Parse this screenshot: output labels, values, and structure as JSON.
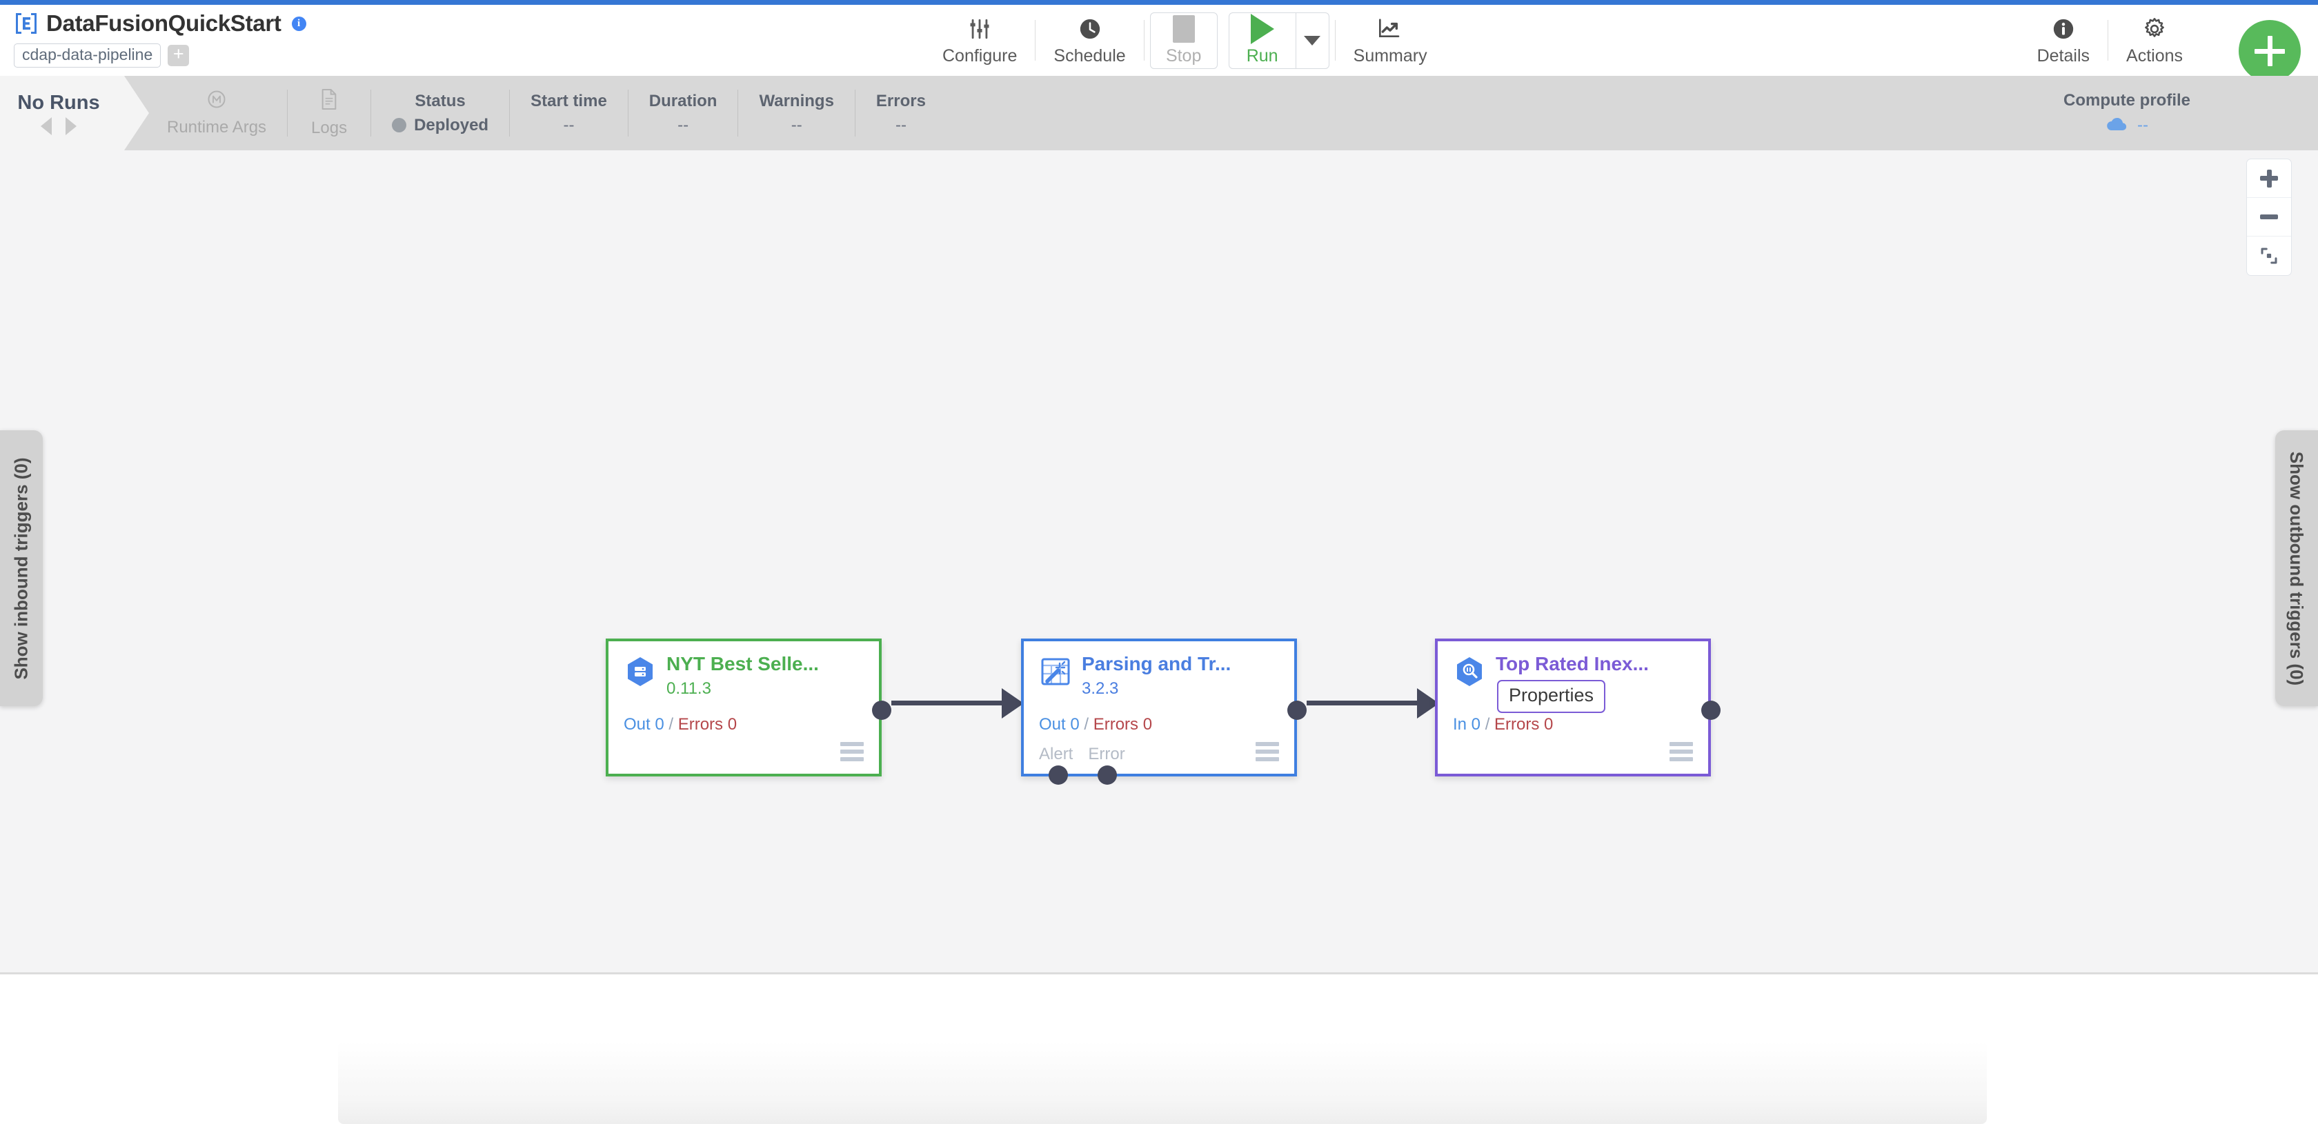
{
  "header": {
    "logo_icon": "cdap-logo-icon",
    "title": "DataFusionQuickStart",
    "info_icon": "info-icon",
    "info_glyph": "i",
    "tag_label": "cdap-data-pipeline",
    "tag_add_glyph": "+",
    "fab_icon": "add-pipeline-fab-icon"
  },
  "toolbar": {
    "configure_label": "Configure",
    "configure_icon": "sliders-icon",
    "schedule_label": "Schedule",
    "schedule_icon": "clock-icon",
    "stop_label": "Stop",
    "stop_icon": "stop-square-icon",
    "run_label": "Run",
    "run_icon": "play-triangle-icon",
    "run_caret_icon": "chevron-down-icon",
    "summary_label": "Summary",
    "summary_icon": "line-chart-icon",
    "details_label": "Details",
    "details_icon": "info-circle-icon",
    "details_glyph": "i",
    "actions_label": "Actions",
    "actions_icon": "gear-icon"
  },
  "statusbar": {
    "runs_label": "No Runs",
    "prev_icon": "triangle-left-icon",
    "next_icon": "triangle-right-icon",
    "runtime_args_label": "Runtime Args",
    "runtime_args_icon": "macro-icon",
    "logs_label": "Logs",
    "logs_icon": "document-icon",
    "metrics": [
      {
        "head": "Status",
        "value": "Deployed",
        "has_dot": true
      },
      {
        "head": "Start time",
        "value": "--"
      },
      {
        "head": "Duration",
        "value": "--"
      },
      {
        "head": "Warnings",
        "value": "--"
      },
      {
        "head": "Errors",
        "value": "--"
      }
    ],
    "compute_head": "Compute profile",
    "compute_icon": "cloud-icon",
    "compute_value": "--"
  },
  "canvas": {
    "zoom_in_icon": "zoom-in-icon",
    "zoom_out_icon": "zoom-out-icon",
    "fit_icon": "fit-to-screen-icon",
    "trigger_left_label": "Show inbound triggers (0)",
    "trigger_right_label": "Show outbound triggers (0)"
  },
  "pipeline": {
    "nodes": [
      {
        "name": "NYT Best Selle...",
        "version": "0.11.3",
        "icon": "bigquery-source-icon",
        "metric_in_label": "Out 0",
        "metric_sep": " / ",
        "metric_err_label": "Errors 0",
        "ports": [],
        "color": "green"
      },
      {
        "name": "Parsing and Tr...",
        "version": "3.2.3",
        "icon": "wrangler-transform-icon",
        "metric_in_label": "Out 0",
        "metric_sep": " / ",
        "metric_err_label": "Errors 0",
        "ports": [
          "Alert",
          "Error"
        ],
        "color": "blue"
      },
      {
        "name": "Top Rated Inex...",
        "version": "",
        "icon": "bigquery-sink-icon",
        "metric_in_label": "In 0",
        "metric_sep": " / ",
        "metric_err_label": "Errors 0",
        "ports": [],
        "color": "purple",
        "tooltip": "Properties"
      }
    ]
  },
  "colors": {
    "accent_blue": "#3576d4",
    "green": "#4caf50",
    "node_blue": "#3f7fe0",
    "node_purple": "#7b5bd6",
    "error_red": "#b5474b",
    "canvas_bg": "#f4f4f5",
    "statusbar_bg": "#d8d8d8"
  }
}
